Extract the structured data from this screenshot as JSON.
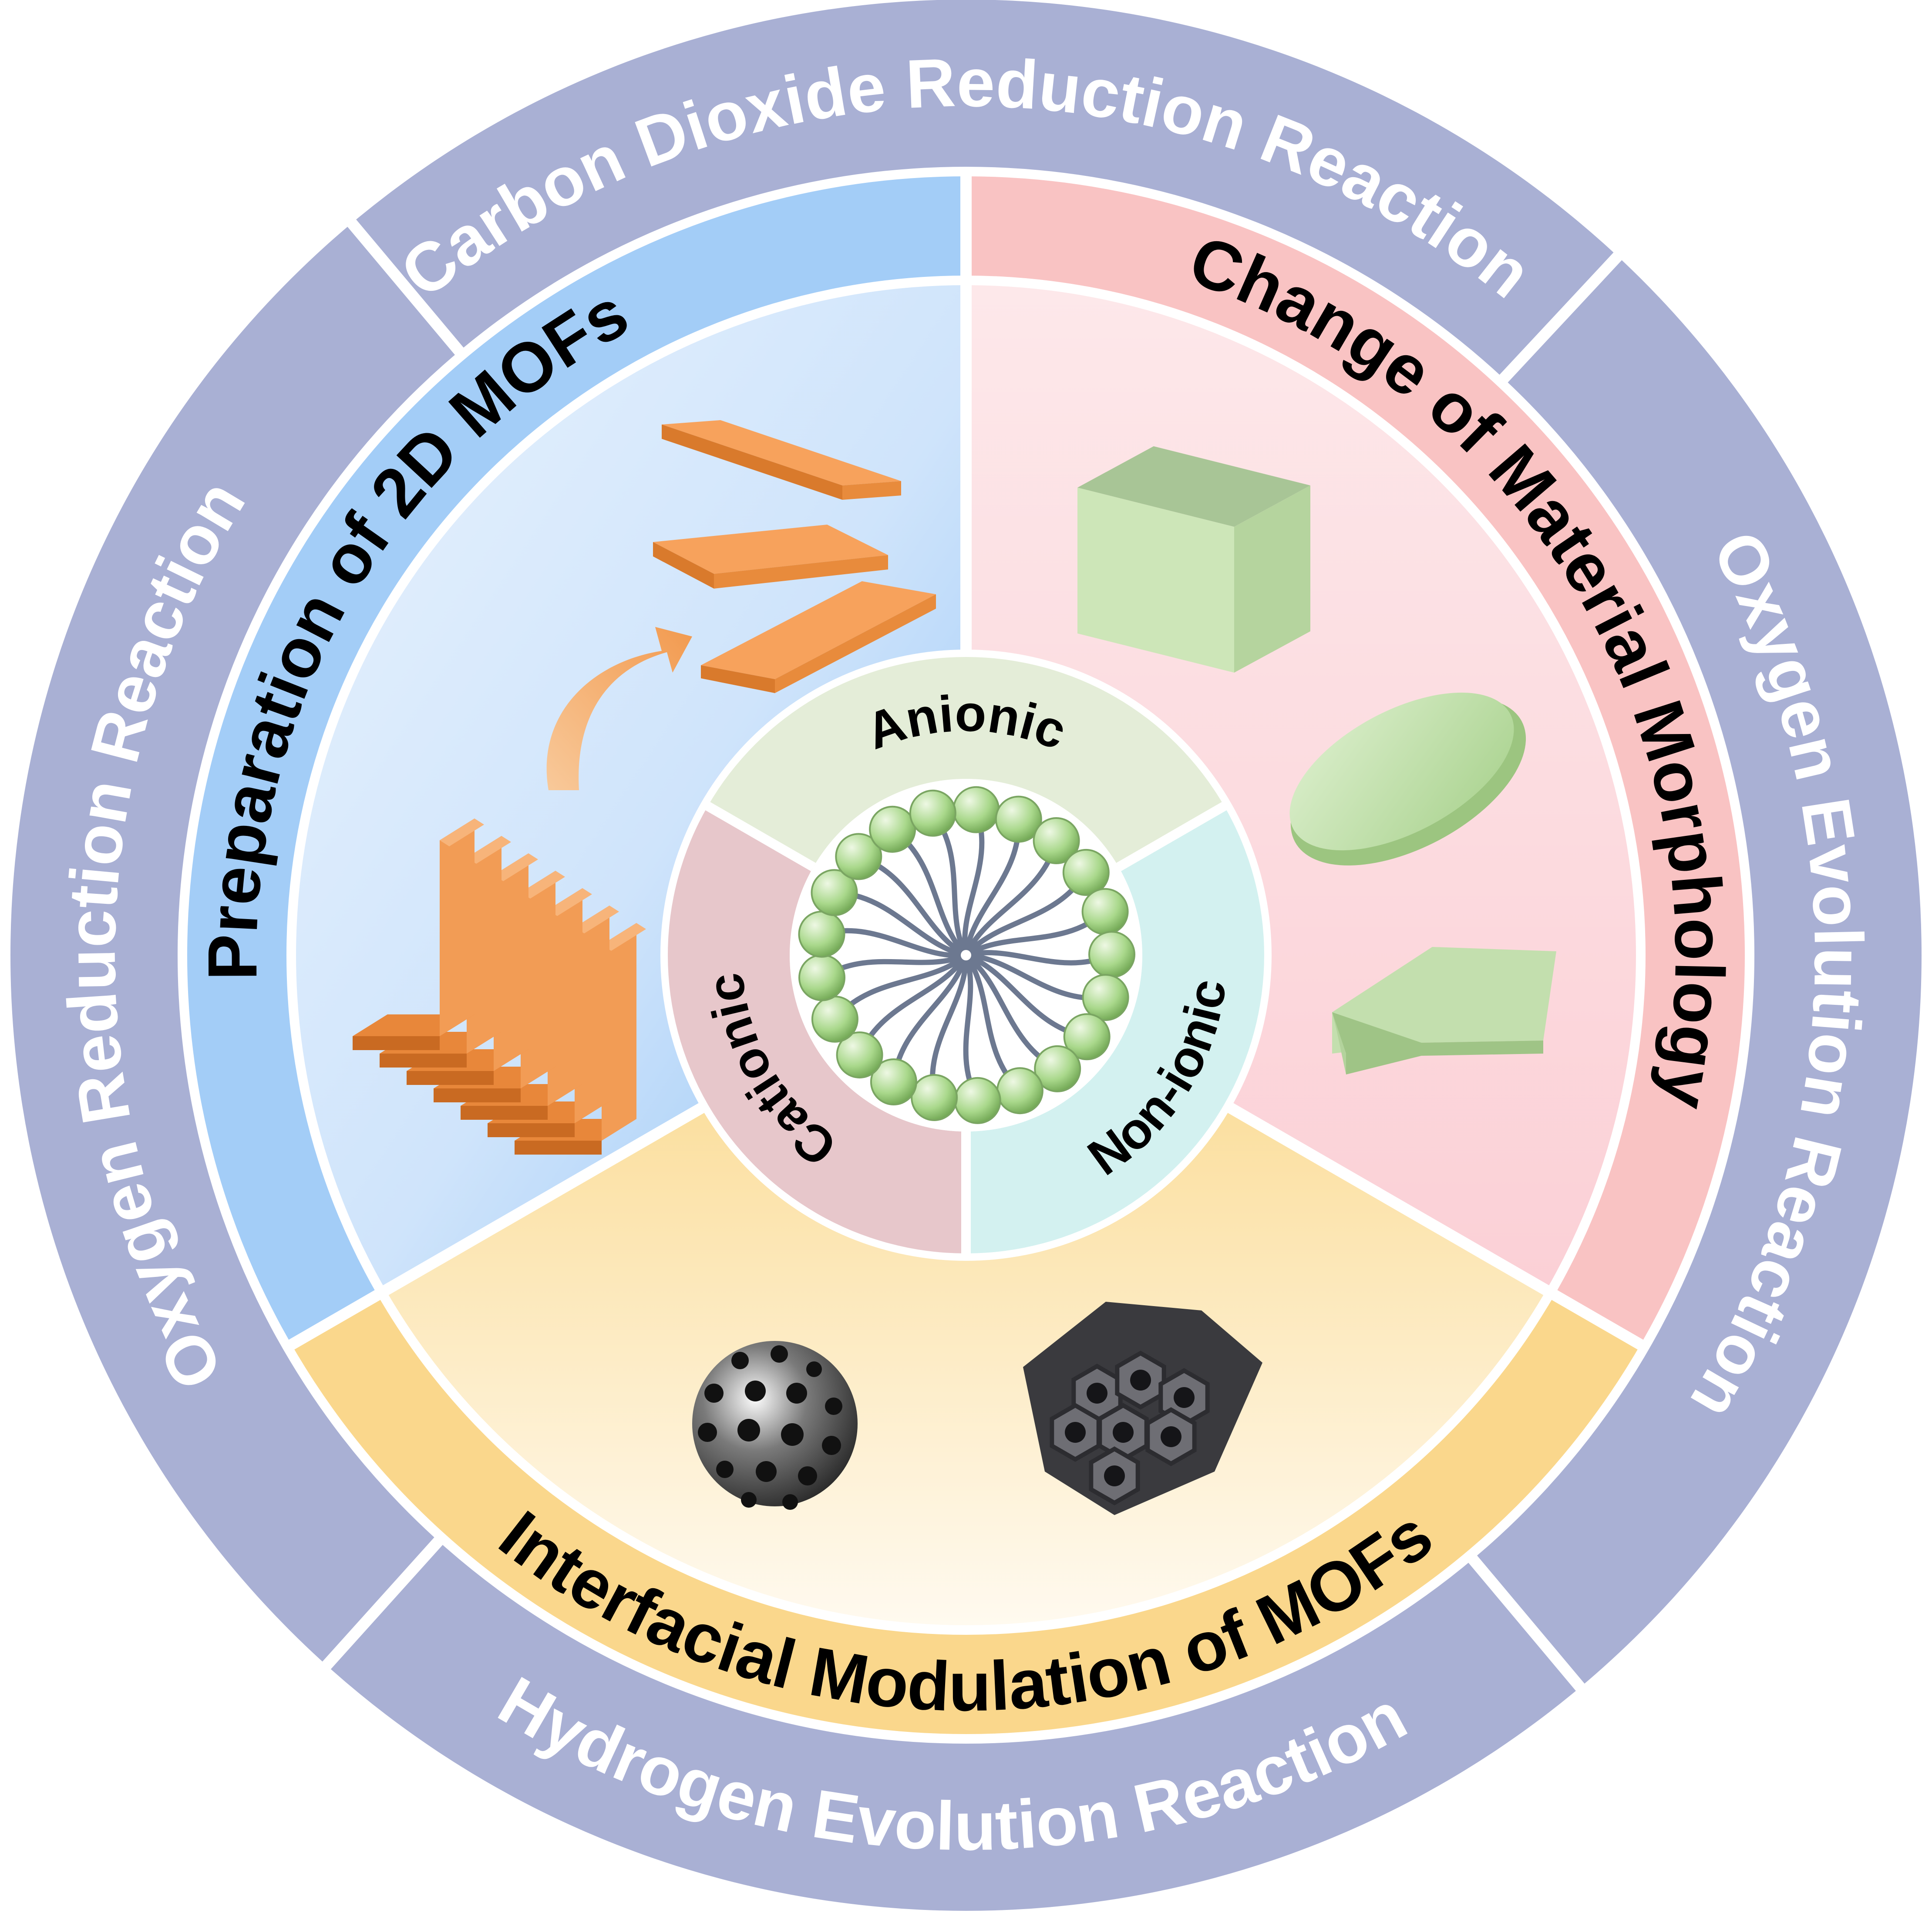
{
  "outer_ring": {
    "top": "Carbon Dioxide Reduction Reaction",
    "right": "Oxygen Evolution Reaction",
    "bottom": "Hydrogen Evolution Reaction",
    "left": "Oxygen Reduction Reaction"
  },
  "middle_ring": {
    "left": "Preparation of 2D MOFs",
    "right": "Change of Material Morphology",
    "bottom": "Interfacial Modulation of MOFs"
  },
  "inner_ring": {
    "top": "Anionic",
    "left": "Cationic",
    "right": "Non-ionic"
  },
  "colors": {
    "outer_ring": "#a9b0d4",
    "blue_sector": "#a3cdf7",
    "pink_sector": "#f9c3c3",
    "yellow_sector": "#fad78c",
    "anionic": "#e4edd8",
    "cationic": "#e7c7cb",
    "nonionic": "#d3f1f0",
    "orange_sheet": "#f7a25c",
    "green_solid": "#c3e2ad",
    "micelle_head": "#a9d88b",
    "micelle_tail": "#6c7890"
  }
}
